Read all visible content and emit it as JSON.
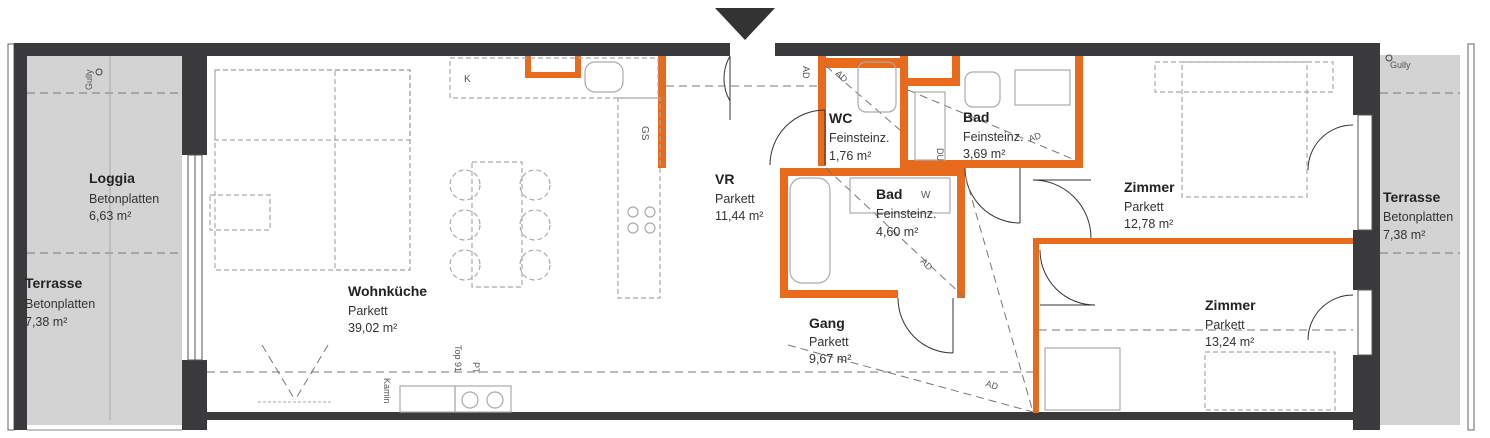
{
  "rooms": [
    {
      "id": "loggia",
      "name": "Loggia",
      "material": "Betonplatten",
      "area": "6,63 m²"
    },
    {
      "id": "terrasse-left",
      "name": "Terrasse",
      "material": "Betonplatten",
      "area": "7,38 m²"
    },
    {
      "id": "wohnkueche",
      "name": "Wohnküche",
      "material": "Parkett",
      "area": "39,02 m²"
    },
    {
      "id": "vr",
      "name": "VR",
      "material": "Parkett",
      "area": "11,44 m²"
    },
    {
      "id": "wc",
      "name": "WC",
      "material": "Feinsteinz.",
      "area": "1,76 m²"
    },
    {
      "id": "bad-upper",
      "name": "Bad",
      "material": "Feinsteinz.",
      "area": "3,69 m²"
    },
    {
      "id": "bad-lower",
      "name": "Bad",
      "material": "Feinsteinz.",
      "area": "4,60 m²"
    },
    {
      "id": "gang",
      "name": "Gang",
      "material": "Parkett",
      "area": "9,67 m²"
    },
    {
      "id": "zimmer-upper",
      "name": "Zimmer",
      "material": "Parkett",
      "area": "12,78 m²"
    },
    {
      "id": "zimmer-lower",
      "name": "Zimmer",
      "material": "Parkett",
      "area": "13,24 m²"
    },
    {
      "id": "terrasse-right",
      "name": "Terrasse",
      "material": "Betonplatten",
      "area": "7,38 m²"
    }
  ],
  "annotations": {
    "gully_left": "Gully",
    "gully_right": "Gully",
    "kitchen_k": "K",
    "kitchen_gs": "GS",
    "shower_du": "DU",
    "washer_w": "W",
    "kamin": "Kamin",
    "top": "Top 91",
    "pt": "PT",
    "ad": "AD"
  }
}
